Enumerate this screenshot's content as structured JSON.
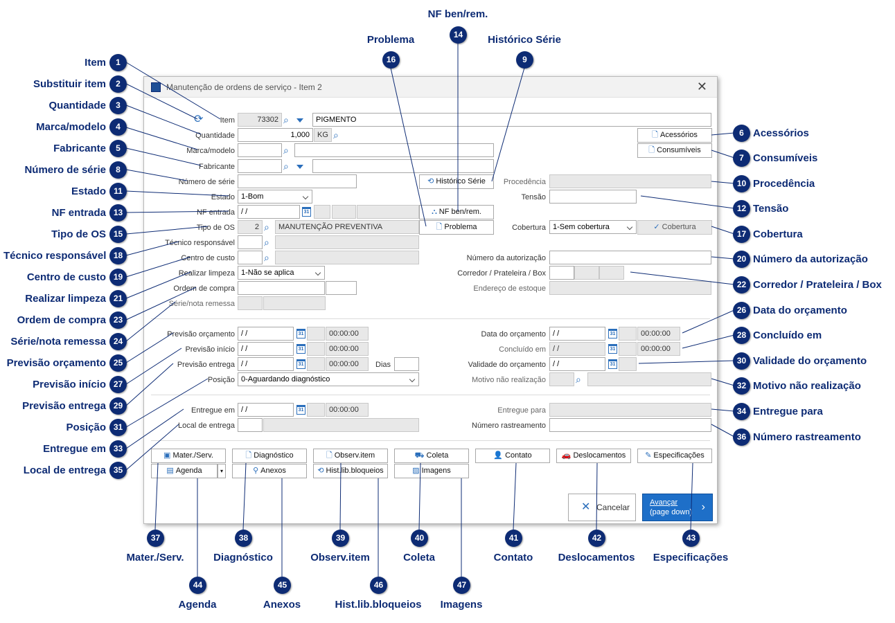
{
  "window": {
    "title": "Manutenção de ordens de serviço - Item 2",
    "close": "✕"
  },
  "fields": {
    "item_code": "73302",
    "item_desc": "PIGMENTO",
    "quantidade": "1,000",
    "unidade": "KG",
    "estado": "1-Bom",
    "nf_entrada": " /  /",
    "tipo_os_code": "2",
    "tipo_os_desc": "MANUTENÇÃO PREVENTIVA",
    "realizar_limpeza": "1-Não se aplica",
    "cobertura": "1-Sem cobertura",
    "date_empty": " /  /",
    "time_empty": "00:00:00",
    "posicao": "0-Aguardando diagnóstico"
  },
  "labels": {
    "item": "Item",
    "quantidade": "Quantidade",
    "marca_modelo": "Marca/modelo",
    "fabricante": "Fabricante",
    "numero_serie": "Número de série",
    "estado": "Estado",
    "nf_entrada": "NF entrada",
    "tipo_os": "Tipo de OS",
    "tecnico": "Técnico responsável",
    "centro_custo": "Centro de custo",
    "realizar_limpeza": "Realizar limpeza",
    "ordem_compra": "Ordem de compra",
    "serie_nota": "Série/nota remessa",
    "procedencia": "Procedência",
    "tensao": "Tensão",
    "cobertura": "Cobertura",
    "numero_autorizacao": "Número da autorização",
    "corredor": "Corredor / Prateleira / Box",
    "endereco": "Endereço de estoque",
    "prev_orcamento": "Previsão orçamento",
    "prev_inicio": "Previsão início",
    "prev_entrega": "Previsão entrega",
    "dias": "Dias",
    "posicao": "Posição",
    "data_orcamento": "Data do orçamento",
    "concluido_em": "Concluído em",
    "validade_orcamento": "Validade do orçamento",
    "motivo_nao_realizacao": "Motivo não realização",
    "entregue_em": "Entregue em",
    "local_entrega": "Local de entrega",
    "entregue_para": "Entregue para",
    "numero_rastreamento": "Número rastreamento"
  },
  "buttons": {
    "acessorios": "Acessórios",
    "consumiveis": "Consumíveis",
    "historico_serie": "Histórico Série",
    "nf_ben_rem": "NF ben/rem.",
    "problema": "Problema",
    "cobertura": "Cobertura",
    "mater_serv": "Mater./Serv.",
    "diagnostico": "Diagnóstico",
    "observ_item": "Observ.item",
    "coleta": "Coleta",
    "contato": "Contato",
    "deslocamentos": "Deslocamentos",
    "especificacoes": "Especificações",
    "agenda": "Agenda",
    "anexos": "Anexos",
    "hist_lib_bloqueios": "Hist.lib.bloqueios",
    "imagens": "Imagens",
    "cancelar": "Cancelar",
    "avancar": "Avançar",
    "avancar_sub": "(page down)"
  },
  "annotations": [
    {
      "n": "1",
      "text": "Item"
    },
    {
      "n": "2",
      "text": "Substituir item"
    },
    {
      "n": "3",
      "text": "Quantidade"
    },
    {
      "n": "4",
      "text": "Marca/modelo"
    },
    {
      "n": "5",
      "text": "Fabricante"
    },
    {
      "n": "8",
      "text": "Número de série"
    },
    {
      "n": "11",
      "text": "Estado"
    },
    {
      "n": "13",
      "text": "NF entrada"
    },
    {
      "n": "15",
      "text": "Tipo de OS"
    },
    {
      "n": "18",
      "text": "Técnico responsável"
    },
    {
      "n": "19",
      "text": "Centro de custo"
    },
    {
      "n": "21",
      "text": "Realizar limpeza"
    },
    {
      "n": "23",
      "text": "Ordem de compra"
    },
    {
      "n": "24",
      "text": "Série/nota remessa"
    },
    {
      "n": "25",
      "text": "Previsão orçamento"
    },
    {
      "n": "27",
      "text": "Previsão início"
    },
    {
      "n": "29",
      "text": "Previsão entrega"
    },
    {
      "n": "31",
      "text": "Posição"
    },
    {
      "n": "33",
      "text": "Entregue em"
    },
    {
      "n": "35",
      "text": "Local de entrega"
    },
    {
      "n": "6",
      "text": "Acessórios"
    },
    {
      "n": "7",
      "text": "Consumíveis"
    },
    {
      "n": "10",
      "text": "Procedência"
    },
    {
      "n": "12",
      "text": "Tensão"
    },
    {
      "n": "17",
      "text": "Cobertura"
    },
    {
      "n": "20",
      "text": "Número da autorização"
    },
    {
      "n": "22",
      "text": "Corredor / Prateleira / Box"
    },
    {
      "n": "26",
      "text": "Data do orçamento"
    },
    {
      "n": "28",
      "text": "Concluído em"
    },
    {
      "n": "30",
      "text": "Validade do orçamento"
    },
    {
      "n": "32",
      "text": "Motivo não realização"
    },
    {
      "n": "34",
      "text": "Entregue para"
    },
    {
      "n": "36",
      "text": "Número rastreamento"
    },
    {
      "n": "14",
      "text": "NF ben/rem."
    },
    {
      "n": "16",
      "text": "Problema"
    },
    {
      "n": "9",
      "text": "Histórico Série"
    },
    {
      "n": "37",
      "text": "Mater./Serv."
    },
    {
      "n": "38",
      "text": "Diagnóstico"
    },
    {
      "n": "39",
      "text": "Observ.item"
    },
    {
      "n": "40",
      "text": "Coleta"
    },
    {
      "n": "41",
      "text": "Contato"
    },
    {
      "n": "42",
      "text": "Deslocamentos"
    },
    {
      "n": "43",
      "text": "Especificações"
    },
    {
      "n": "44",
      "text": "Agenda"
    },
    {
      "n": "45",
      "text": "Anexos"
    },
    {
      "n": "46",
      "text": "Hist.lib.bloqueios"
    },
    {
      "n": "47",
      "text": "Imagens"
    }
  ]
}
